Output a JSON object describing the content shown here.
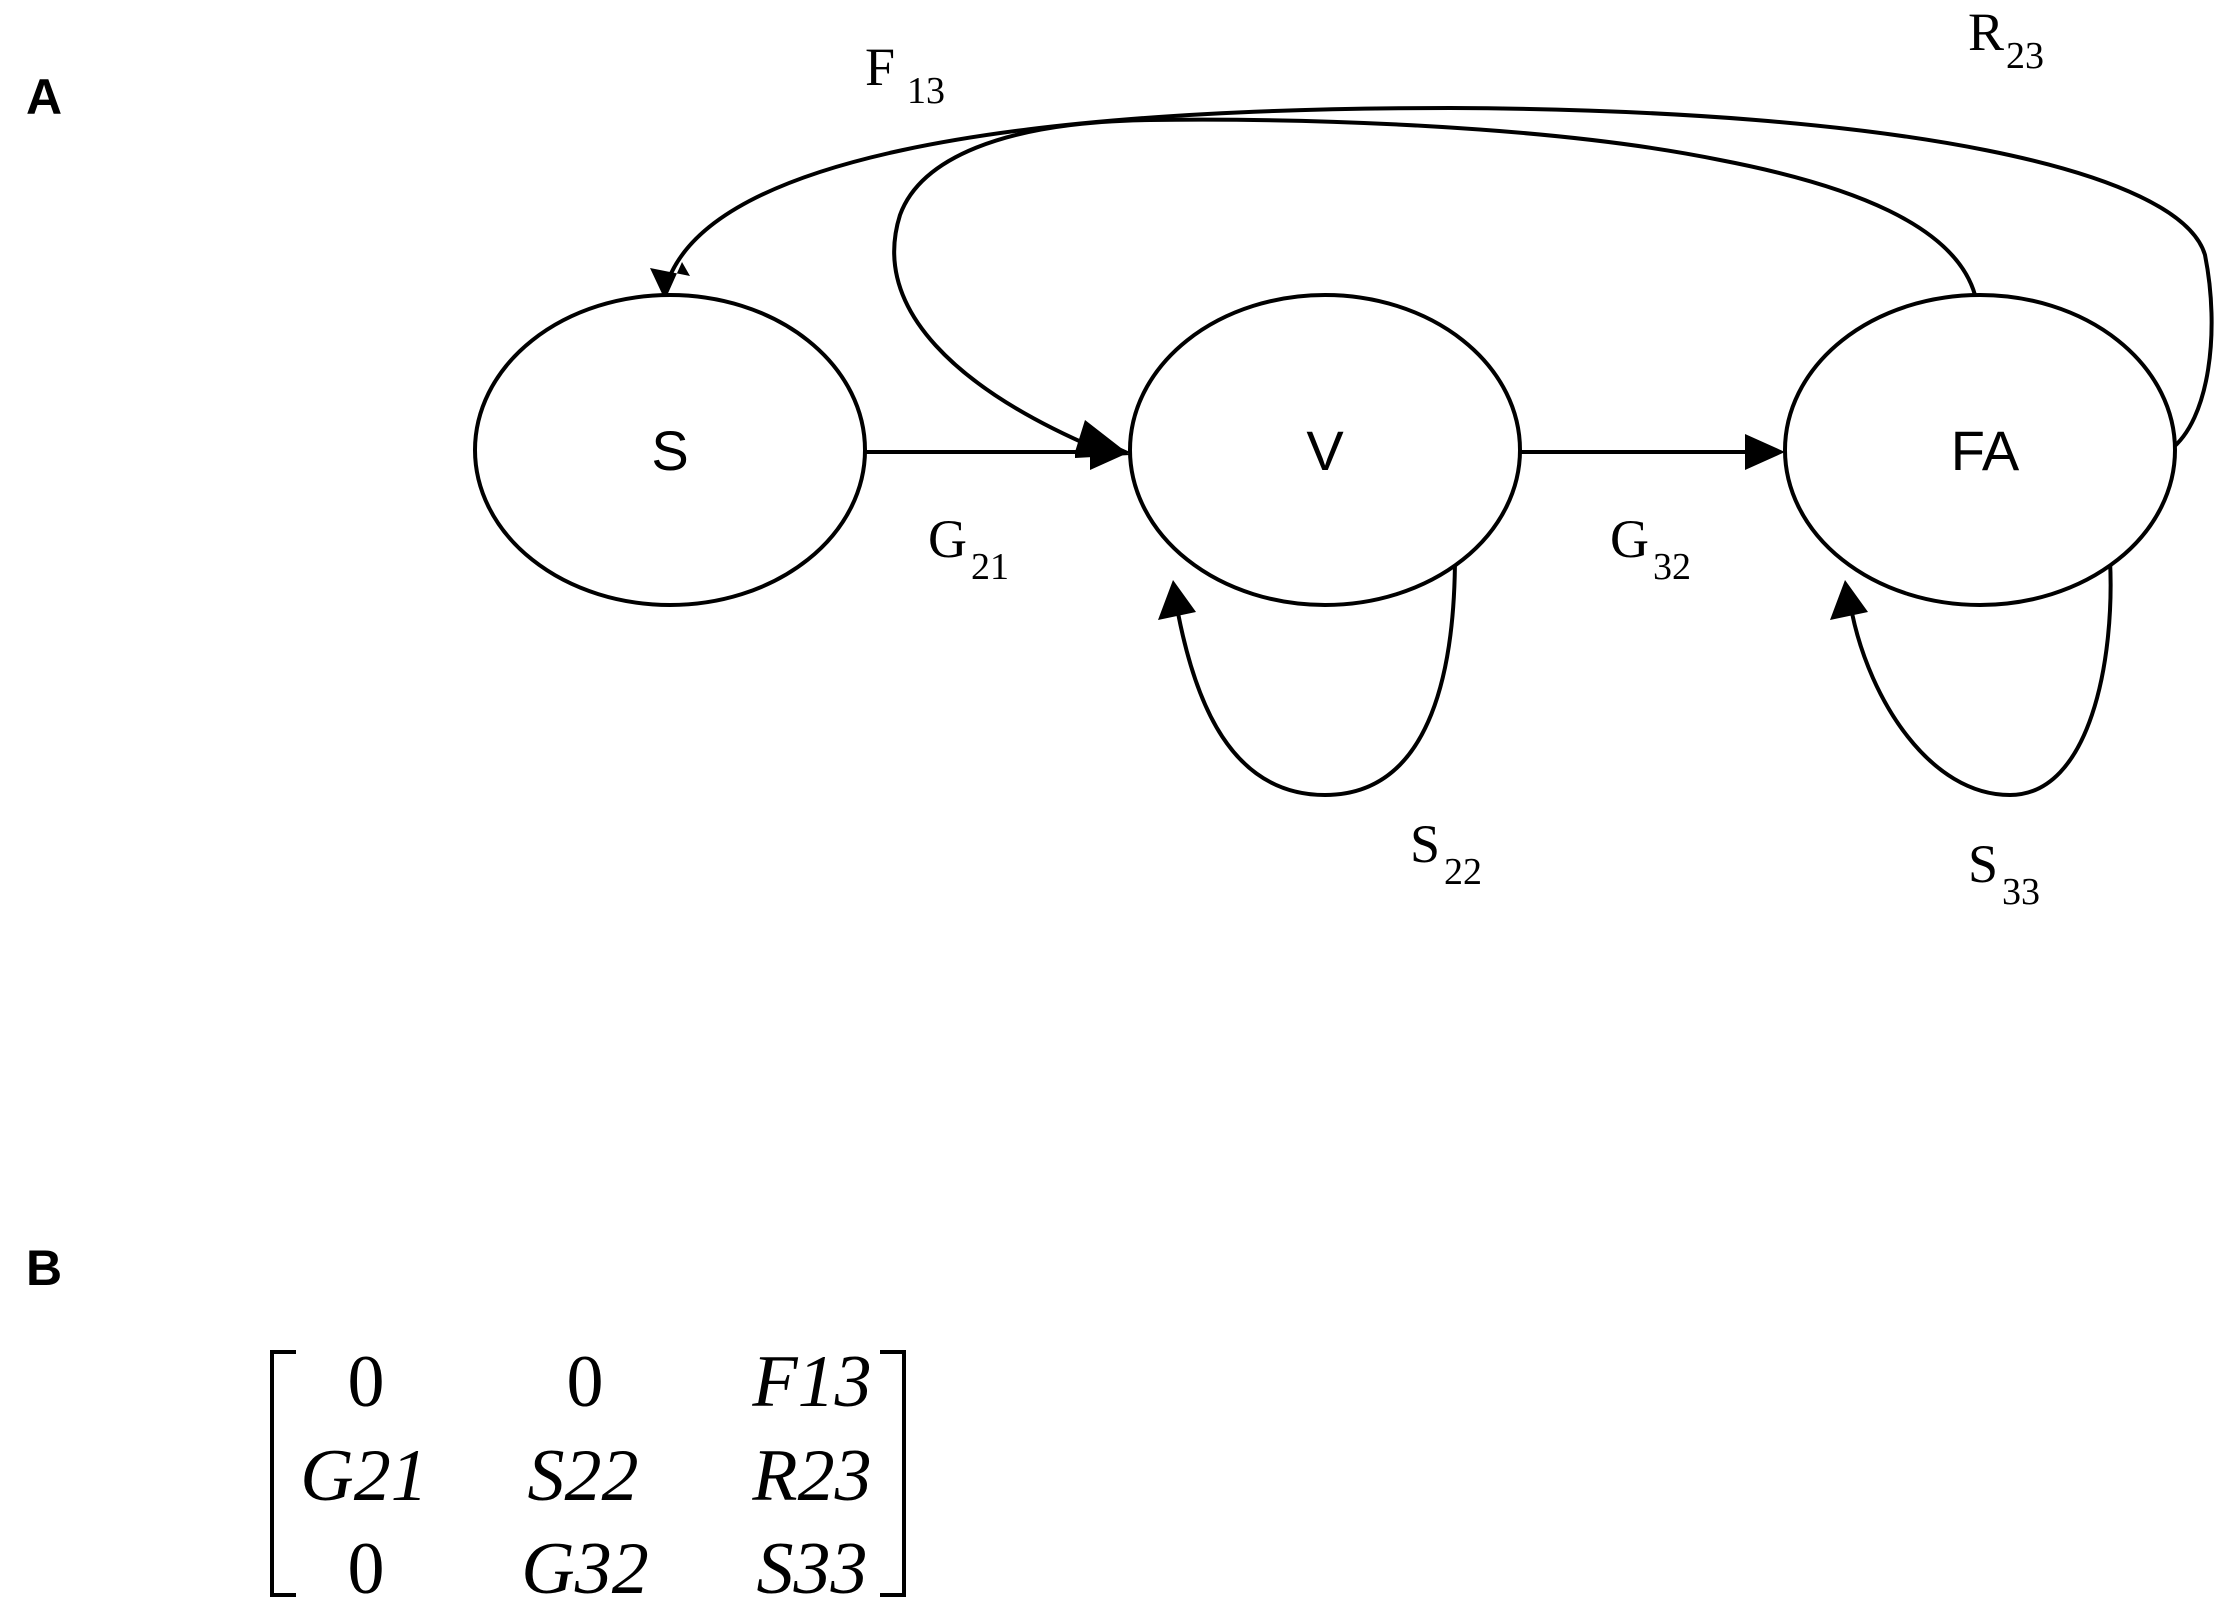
{
  "panels": {
    "a": "A",
    "b": "B"
  },
  "nodes": {
    "s": "S",
    "v": "V",
    "fa": "FA"
  },
  "edges": {
    "f13": {
      "main": "F",
      "sub": "13"
    },
    "r23": {
      "main": "R",
      "sub": "23"
    },
    "g21": {
      "main": "G",
      "sub": "21"
    },
    "g32": {
      "main": "G",
      "sub": "32"
    },
    "s22": {
      "main": "S",
      "sub": "22"
    },
    "s33": {
      "main": "S",
      "sub": "33"
    }
  },
  "matrix": {
    "rows": [
      [
        "0",
        "0",
        "F13"
      ],
      [
        "G21",
        "S22",
        "R23"
      ],
      [
        "0",
        "G32",
        "S33"
      ]
    ]
  },
  "colors": {
    "ink": "#000000",
    "background": "#ffffff"
  }
}
